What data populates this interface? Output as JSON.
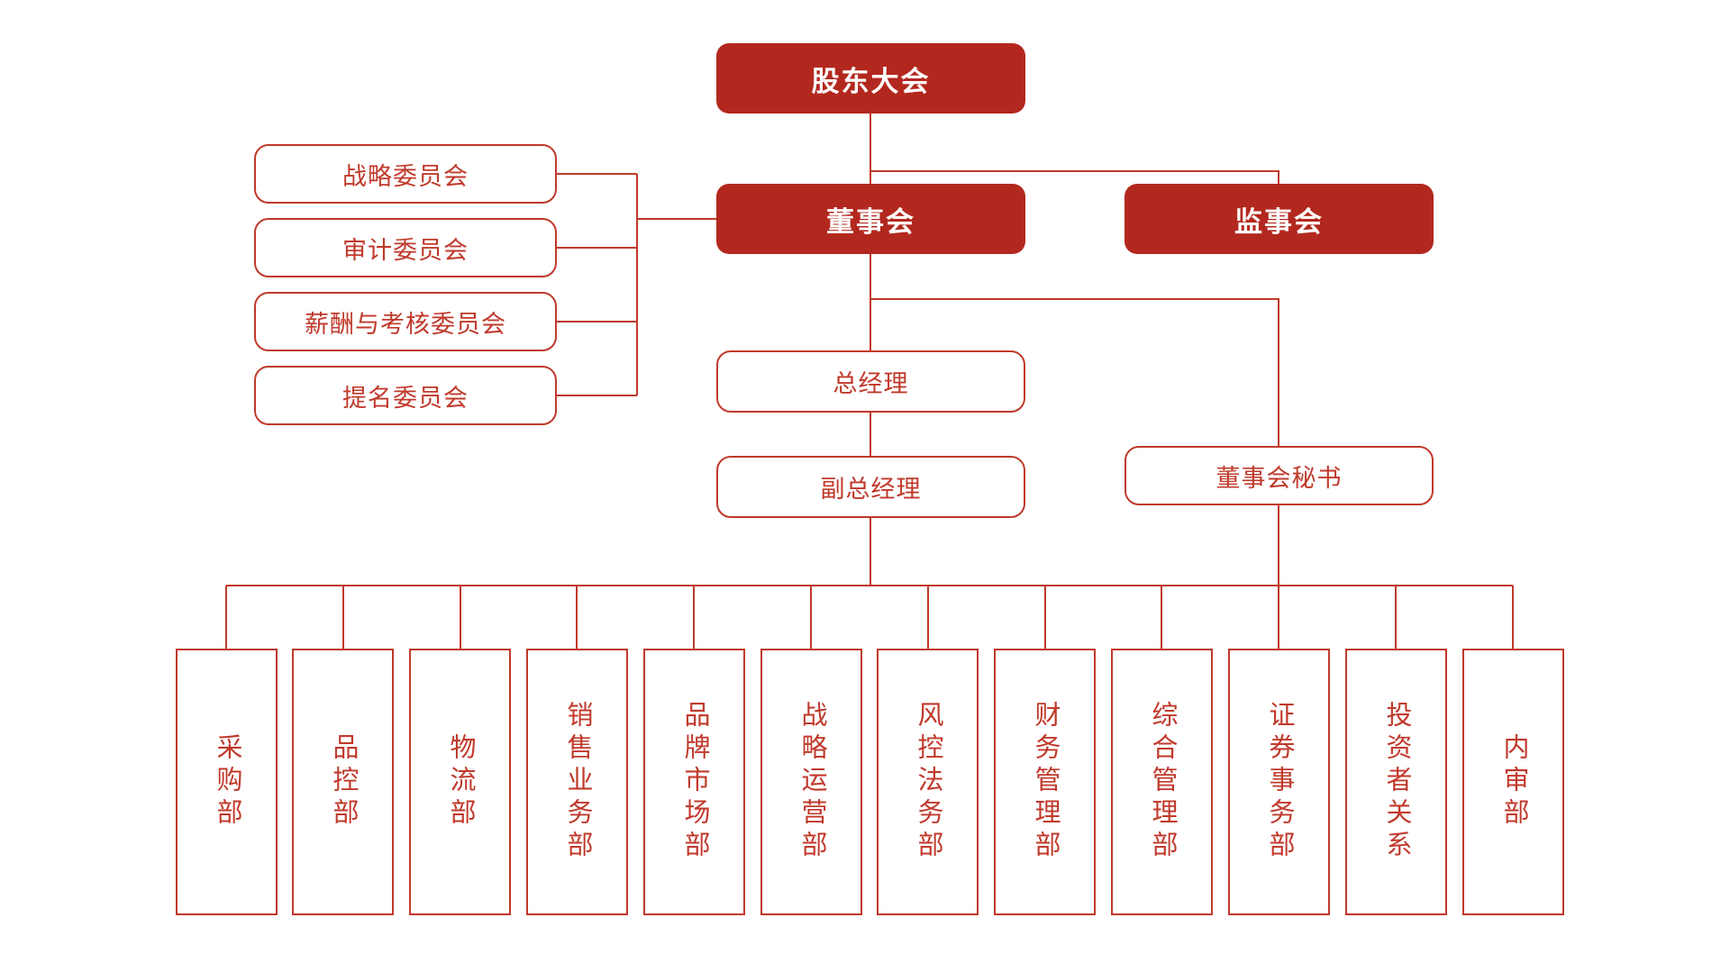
{
  "colors": {
    "primary_fill": "#b3281e",
    "line": "#c0392b",
    "text_on_fill": "#ffffff"
  },
  "nodes": {
    "shareholders_meeting": {
      "label": "股东大会"
    },
    "board_of_directors": {
      "label": "董事会"
    },
    "supervisory_board": {
      "label": "监事会"
    },
    "general_manager": {
      "label": "总经理"
    },
    "deputy_general_manager": {
      "label": "副总经理"
    },
    "board_secretary": {
      "label": "董事会秘书"
    }
  },
  "committees": [
    {
      "label": "战略委员会"
    },
    {
      "label": "审计委员会"
    },
    {
      "label": "薪酬与考核委员会"
    },
    {
      "label": "提名委员会"
    }
  ],
  "departments": [
    {
      "label": "采购部"
    },
    {
      "label": "品控部"
    },
    {
      "label": "物流部"
    },
    {
      "label": "销售业务部"
    },
    {
      "label": "品牌市场部"
    },
    {
      "label": "战略运营部"
    },
    {
      "label": "风控法务部"
    },
    {
      "label": "财务管理部"
    },
    {
      "label": "综合管理部"
    },
    {
      "label": "证券事务部"
    },
    {
      "label": "投资者关系"
    },
    {
      "label": "内审部"
    }
  ]
}
